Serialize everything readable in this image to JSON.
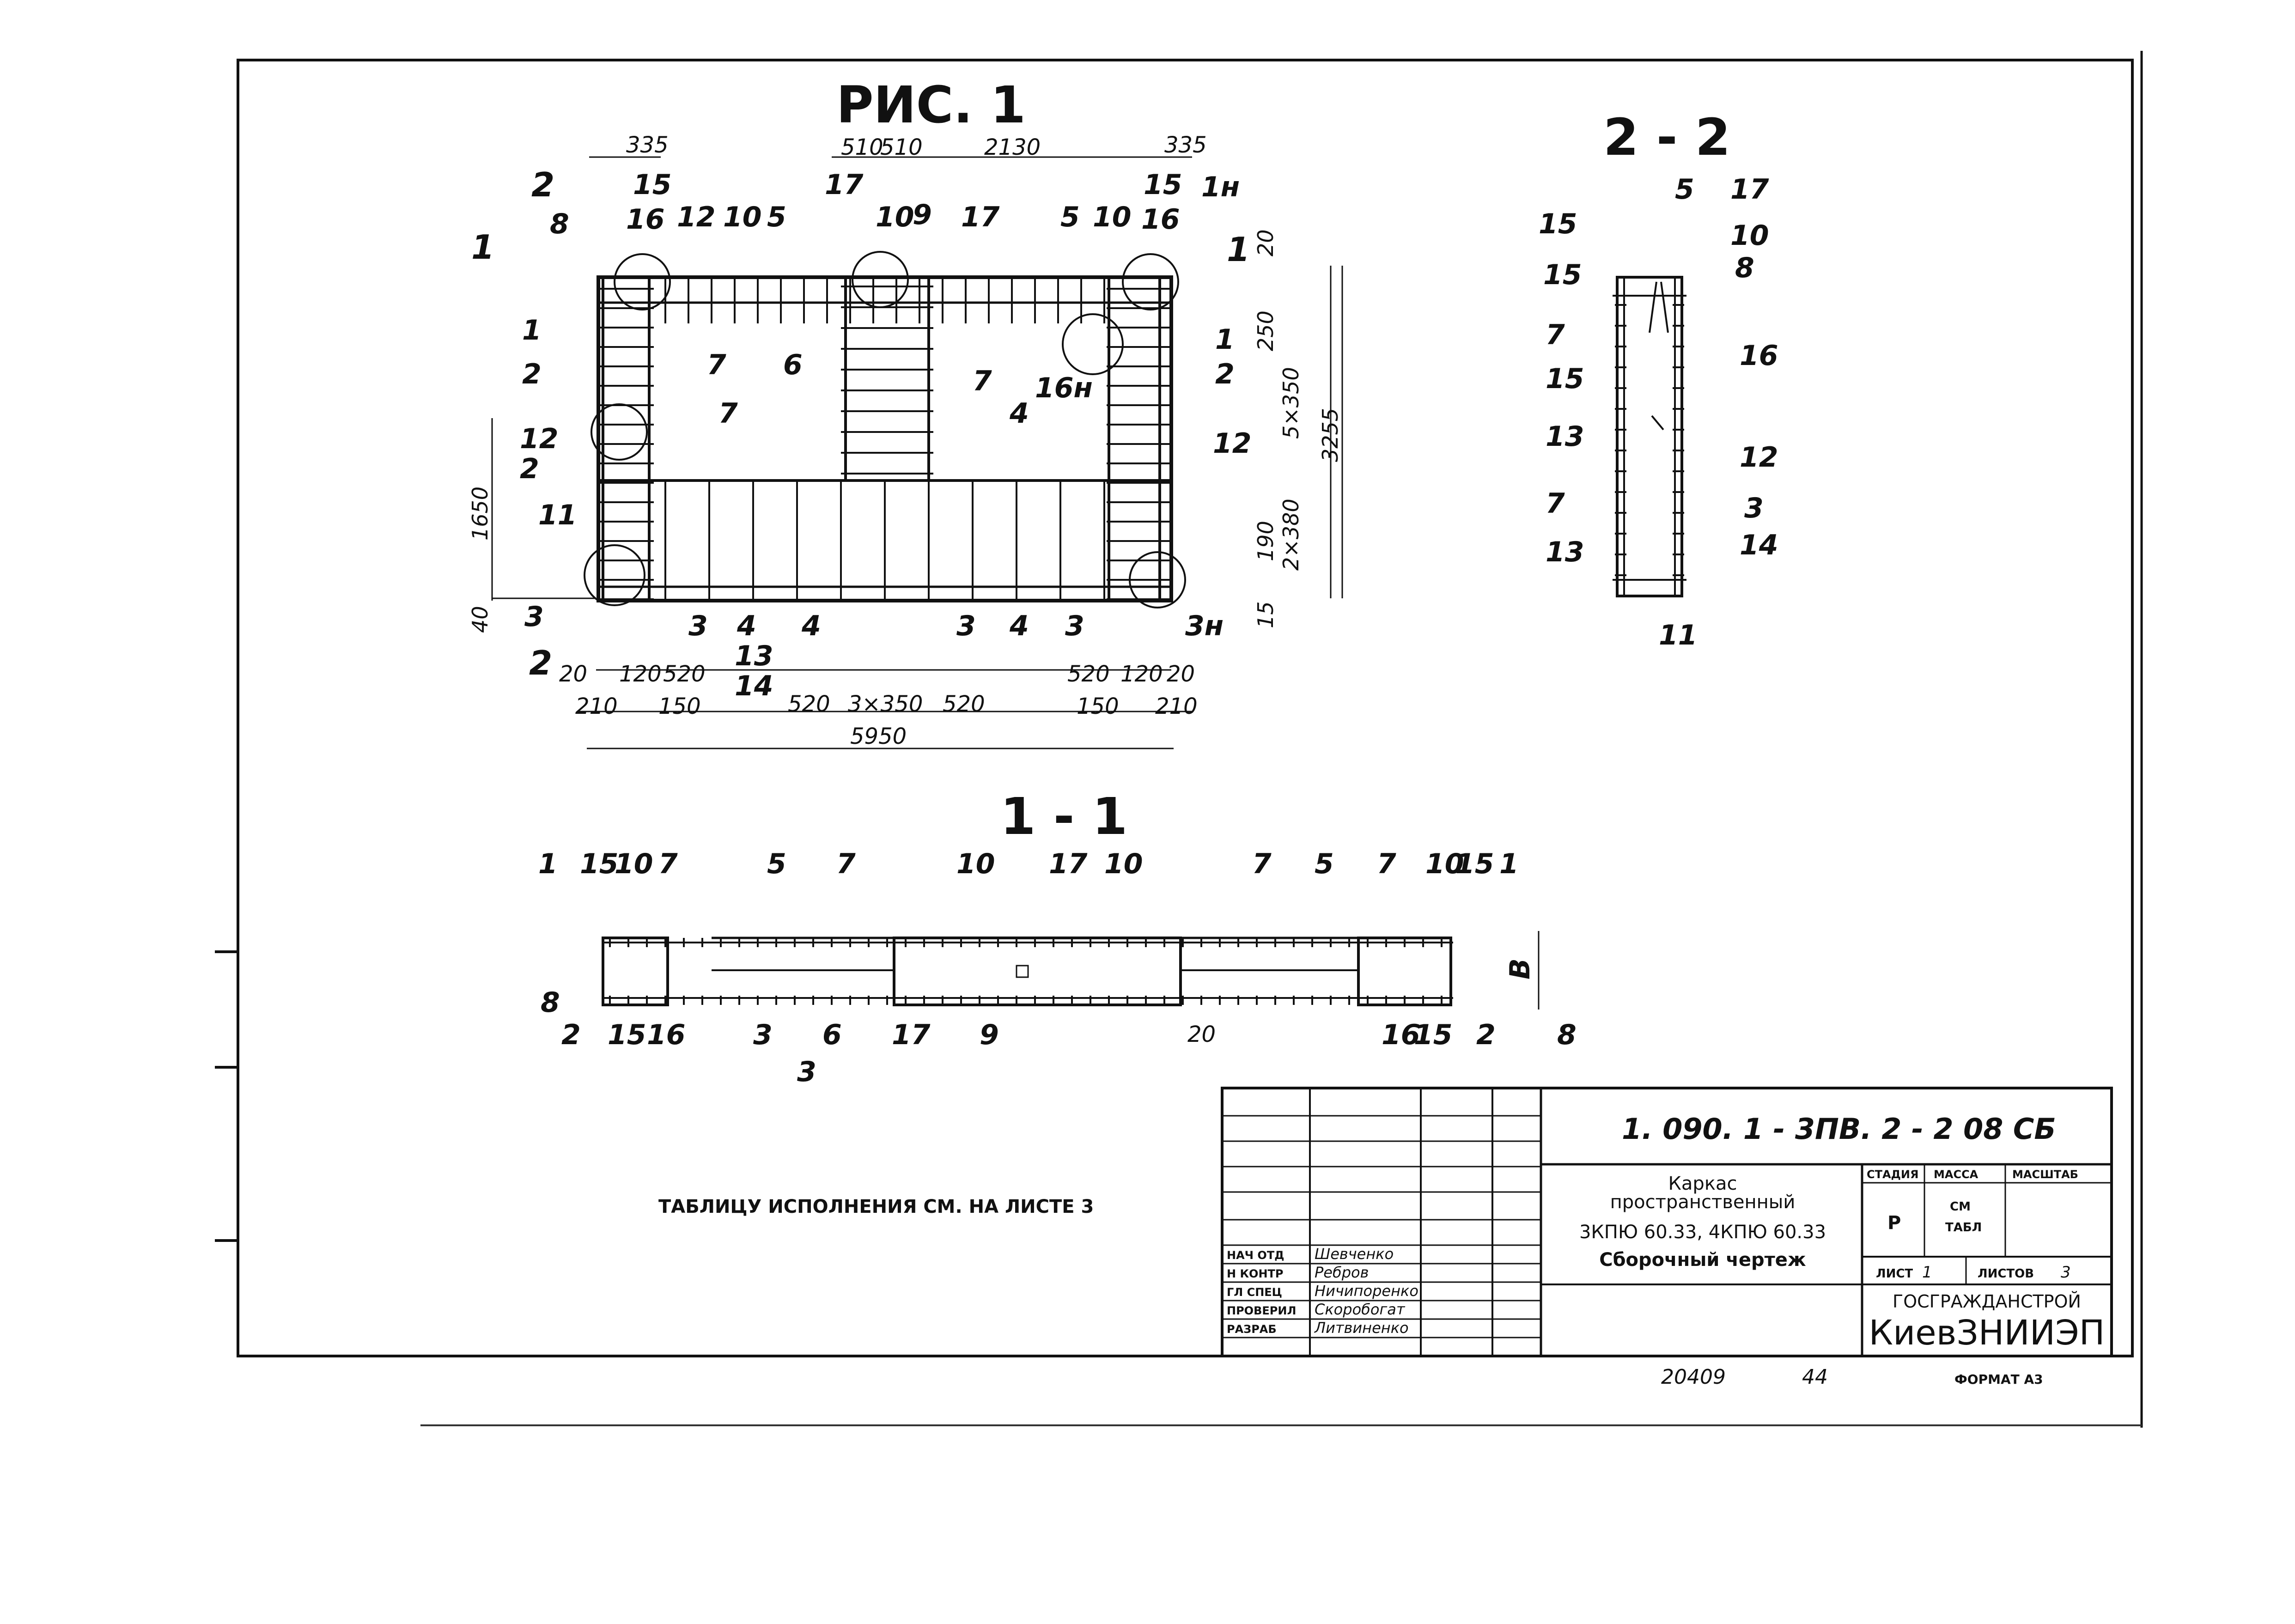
{
  "figure_title": "РИС. 1",
  "section_2_2_title": "2 - 2",
  "section_1_1_title": "1 - 1",
  "plan": {
    "top_dims": [
      "335",
      "510",
      "510",
      "2130",
      "335"
    ],
    "right_dims": [
      "20",
      "250",
      "5×350",
      "3255",
      "190",
      "2×380",
      "15"
    ],
    "left_dims": [
      "1650",
      "40"
    ],
    "bottom_dims_row1": [
      "20",
      "120",
      "520",
      "520",
      "3×350",
      "520",
      "520",
      "120",
      "20"
    ],
    "bottom_dims_row2": [
      "210",
      "150",
      "150",
      "210"
    ],
    "overall_length": "5950",
    "section_marks": [
      "2",
      "1",
      "1",
      "2"
    ],
    "callouts": [
      "8",
      "15",
      "16",
      "12",
      "10",
      "5",
      "10",
      "9",
      "17",
      "5",
      "10",
      "15",
      "16",
      "1н",
      "1",
      "2",
      "7",
      "6",
      "7",
      "16н",
      "1",
      "2",
      "12",
      "2",
      "7",
      "4",
      "12",
      "11",
      "3",
      "3",
      "4",
      "13",
      "14",
      "4",
      "3",
      "4",
      "3",
      "3н",
      "17"
    ]
  },
  "section_2_2": {
    "callouts": [
      "15",
      "15",
      "5",
      "17",
      "10",
      "8",
      "7",
      "15",
      "16",
      "13",
      "12",
      "7",
      "3",
      "13",
      "14",
      "11"
    ]
  },
  "section_1_1": {
    "callouts": [
      "1",
      "15",
      "10",
      "7",
      "5",
      "7",
      "10",
      "17",
      "10",
      "7",
      "5",
      "7",
      "10",
      "15",
      "1",
      "8",
      "2",
      "15",
      "16",
      "3",
      "6",
      "17",
      "9",
      "3",
      "16",
      "15",
      "2",
      "8",
      "В",
      "20"
    ]
  },
  "note": "ТАБЛИЦУ ИСПОЛНЕНИЯ СМ. НА ЛИСТЕ 3",
  "title_block": {
    "doc_code": "1. 090. 1 - 3ПВ. 2 - 2     08 СБ",
    "name_lines": [
      "Каркас",
      "пространственный",
      "3КПЮ 60.33, 4КПЮ 60.33",
      "Сборочный чертеж"
    ],
    "stage_label": "СТАДИЯ",
    "mass_label": "МАССА",
    "scale_label": "МАСШТАБ",
    "stage_value": "Р",
    "mass_value_line1": "СМ",
    "mass_value_line2": "ТАБЛ",
    "sheet_label": "ЛИСТ",
    "sheet_value": "1",
    "sheets_label": "ЛИСТОВ",
    "sheets_value": "3",
    "org_line1": "ГОСГРАЖДАНСТРОЙ",
    "org_line2": "КиевЗНИИЭП",
    "roles": [
      {
        "role": "НАЧ ОТД",
        "name": "Шевченко"
      },
      {
        "role": "Н КОНТР",
        "name": "Ребров"
      },
      {
        "role": "ГЛ СПЕЦ",
        "name": "Ничипоренко"
      },
      {
        "role": "ПРОВЕРИЛ",
        "name": "Скоробогат"
      },
      {
        "role": "РАЗРАБ",
        "name": "Литвиненко"
      }
    ]
  },
  "footer": {
    "inventory_number": "20409",
    "sheet_copy": "44",
    "format": "ФОРМАТ А3"
  }
}
